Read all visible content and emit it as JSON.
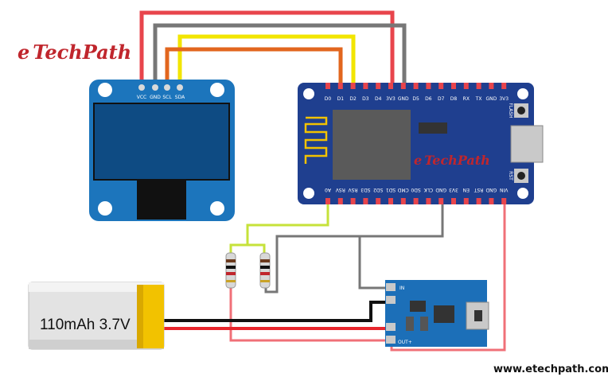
{
  "brand": {
    "logo_text": "eTechPath",
    "logo_prefix": "e",
    "logo_main": "TechPath",
    "watermark": "www.etechpath.com",
    "color": "#c0262d"
  },
  "oled": {
    "pins": [
      "VCC",
      "GND",
      "SCL",
      "SDA"
    ],
    "board_color": "#1c75bc",
    "screen_color": "#0e4b83"
  },
  "nodemcu": {
    "top_pins": [
      "D0",
      "D1",
      "D2",
      "D3",
      "D4",
      "3V3",
      "GND",
      "D5",
      "D6",
      "D7",
      "D8",
      "RX",
      "TX",
      "GND",
      "3V3"
    ],
    "bottom_pins": [
      "A0",
      "RSV",
      "RSV",
      "SD3",
      "SD2",
      "SD1",
      "CMD",
      "SD0",
      "CLK",
      "GND",
      "3V3",
      "EN",
      "RST",
      "GND",
      "VIN"
    ],
    "flash_label": "FLASH",
    "rst_label": "RST",
    "logo_prefix": "e",
    "logo_main": "TechPath",
    "board_color": "#1f3f8f"
  },
  "battery": {
    "label": "110mAh 3.7V"
  },
  "charger": {
    "label_out": "OUT+",
    "label_in": "IN",
    "board_color": "#1c6fb8"
  },
  "wire_colors": {
    "red": "#e8454c",
    "gray": "#777777",
    "yellow": "#f2e500",
    "orange": "#e2661e",
    "lime": "#c6e23a",
    "black": "#111111",
    "pink": "#f07078"
  }
}
